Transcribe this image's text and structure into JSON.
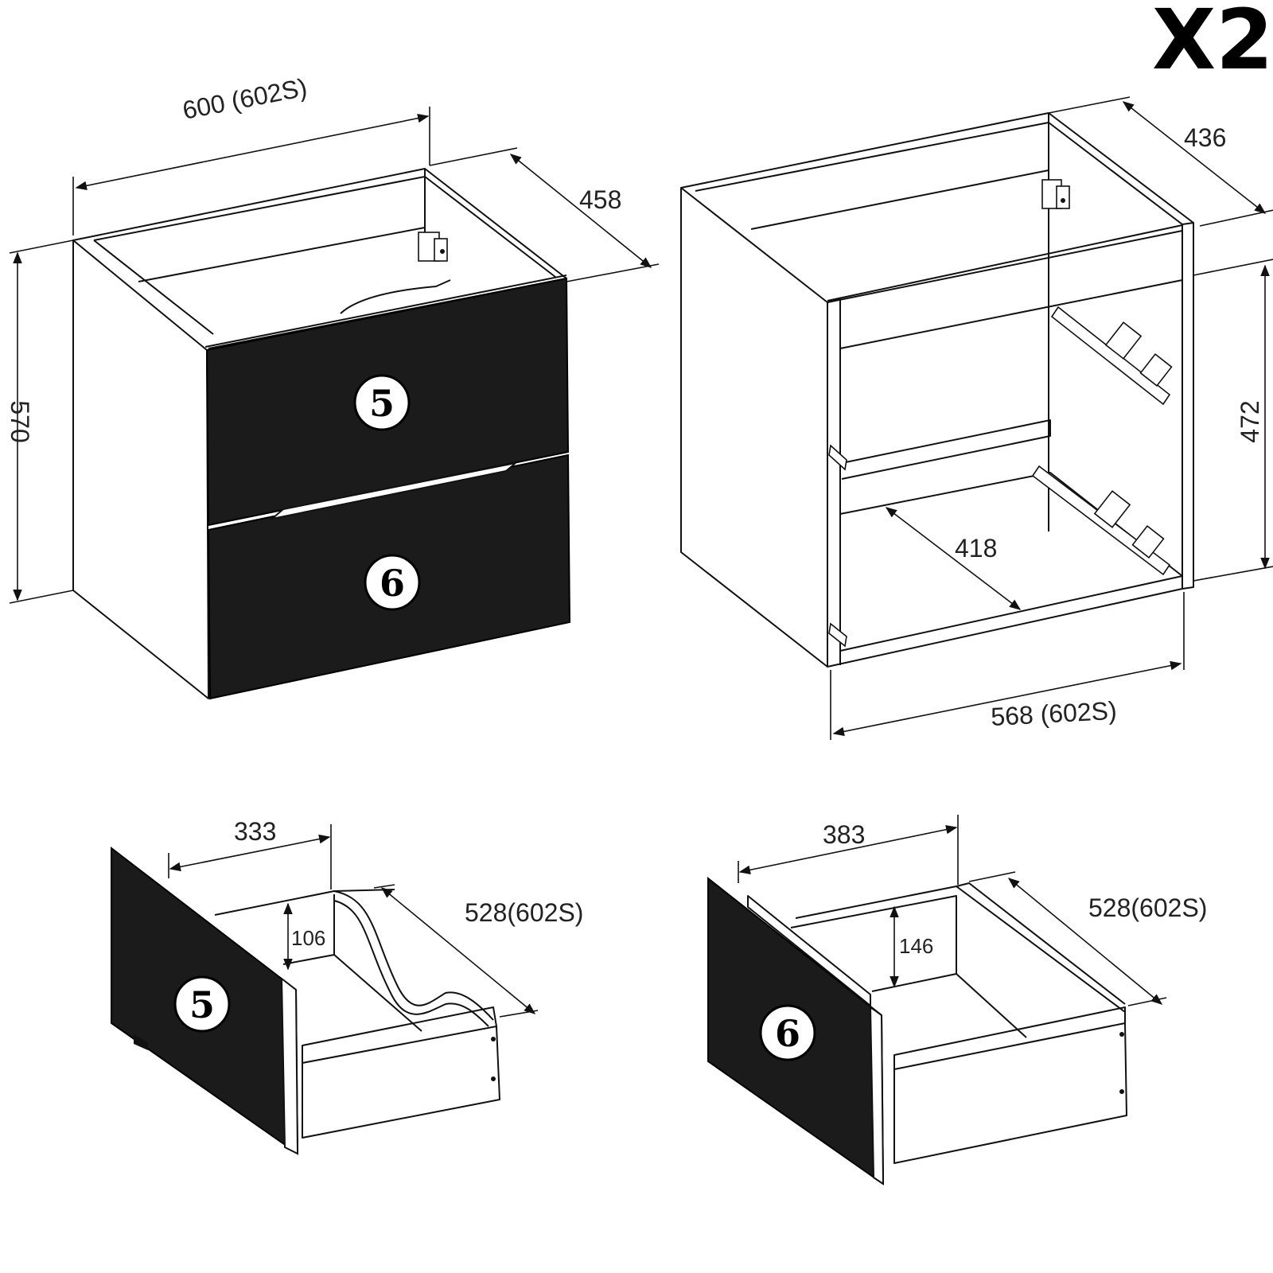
{
  "quantity_label": "X2",
  "cabinet": {
    "width": "600 (602S)",
    "depth": "458",
    "height": "570",
    "drawer_badges": [
      "5",
      "6"
    ]
  },
  "carcass": {
    "depth": "436",
    "height": "472",
    "inner_depth": "418",
    "inner_width": "568 (602S)"
  },
  "drawer_5": {
    "badge": "5",
    "width": "333",
    "height": "106",
    "depth": "528(602S)"
  },
  "drawer_6": {
    "badge": "6",
    "width": "383",
    "height": "146",
    "depth": "528(602S)"
  }
}
